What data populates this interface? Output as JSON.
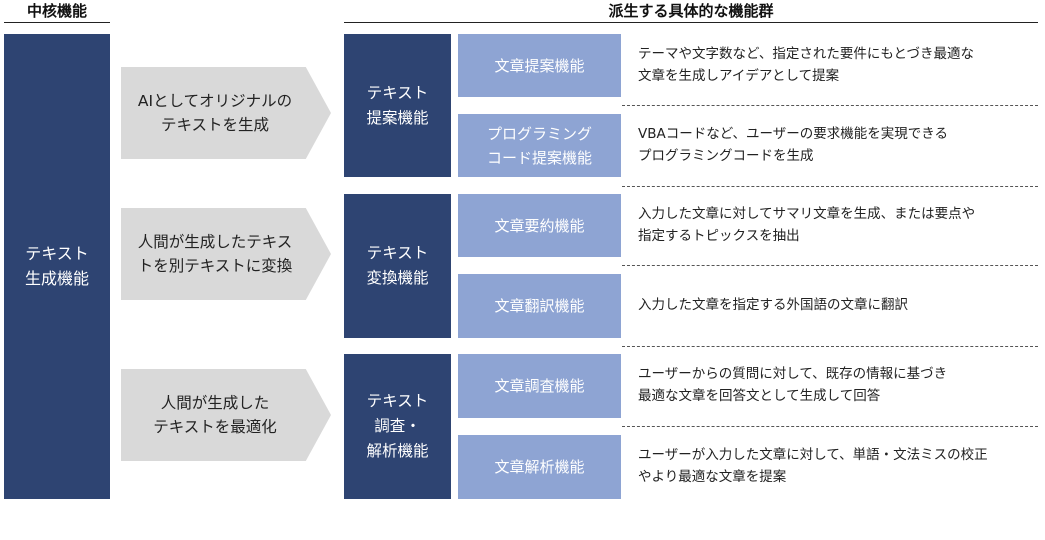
{
  "headers": {
    "core": "中核機能",
    "derived": "派生する具体的な機能群"
  },
  "core": {
    "label": "テキスト\n生成機能"
  },
  "groups": [
    {
      "arrow": "AIとしてオリジナルの\nテキストを生成",
      "category": "テキスト\n提案機能",
      "features": [
        {
          "name": "文章提案機能",
          "desc": "テーマや文字数など、指定された要件にもとづき最適な\n文章を生成しアイデアとして提案"
        },
        {
          "name": "プログラミング\nコード提案機能",
          "desc": "VBAコードなど、ユーザーの要求機能を実現できる\nプログラミングコードを生成"
        }
      ]
    },
    {
      "arrow": "人間が生成したテキス\nトを別テキストに変換",
      "category": "テキスト\n変換機能",
      "features": [
        {
          "name": "文章要約機能",
          "desc": "入力した文章に対してサマリ文章を生成、または要点や\n指定するトピックスを抽出"
        },
        {
          "name": "文章翻訳機能",
          "desc": "入力した文章を指定する外国語の文章に翻訳"
        }
      ]
    },
    {
      "arrow": "人間が生成した\nテキストを最適化",
      "category": "テキスト\n調査・\n解析機能",
      "features": [
        {
          "name": "文章調査機能",
          "desc": "ユーザーからの質問に対して、既存の情報に基づき\n最適な文章を回答文として生成して回答"
        },
        {
          "name": "文章解析機能",
          "desc": "ユーザーが入力した文章に対して、単語・文法ミスの校正\nやより最適な文章を提案"
        }
      ]
    }
  ]
}
